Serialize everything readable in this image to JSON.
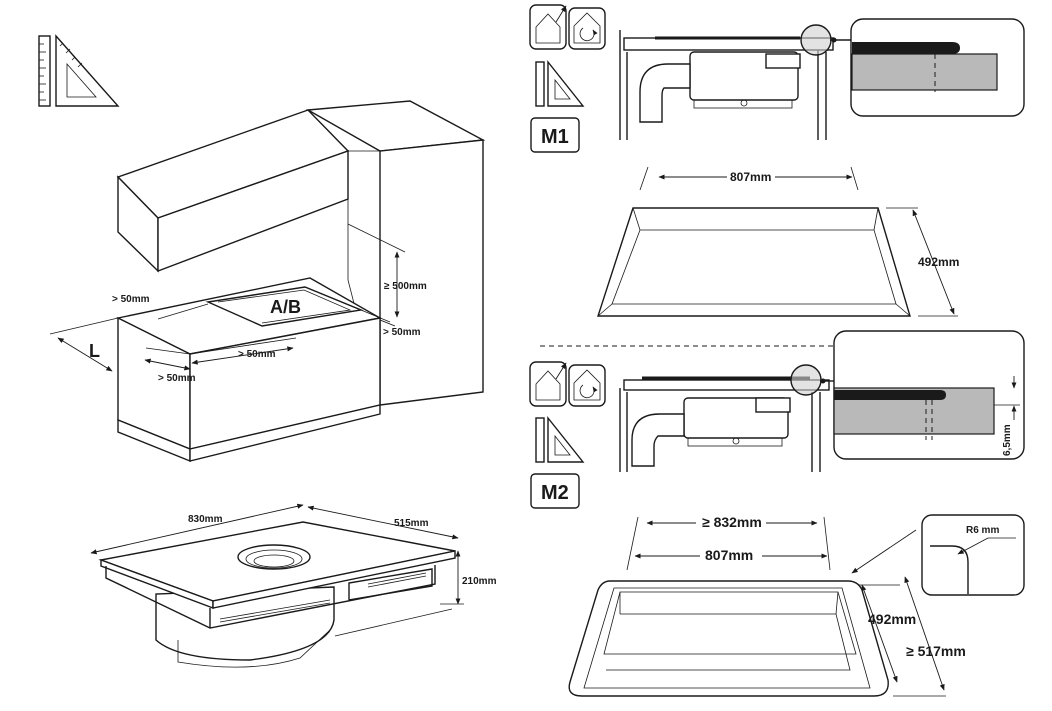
{
  "cabinet": {
    "zone_label": "A/B",
    "side_label": "L",
    "clearance_left": "> 50mm",
    "clearance_front_left": "> 50mm",
    "clearance_front": "> 50mm",
    "clearance_right": "> 50mm",
    "height_to_hood": "≥ 500mm"
  },
  "hob": {
    "width": "830mm",
    "depth": "515mm",
    "height": "210mm"
  },
  "m1": {
    "badge": "M1",
    "cutout_width": "807mm",
    "cutout_depth": "492mm"
  },
  "m2": {
    "badge": "M2",
    "outer_width": "≥ 832mm",
    "cutout_width": "807mm",
    "cutout_depth": "492mm",
    "outer_depth": "≥ 517mm",
    "radius": "R6 mm",
    "recess_depth": "6,5mm"
  },
  "icons": [
    "ruler-square-icon",
    "install-upwards-icon",
    "rotate-house-icon"
  ]
}
